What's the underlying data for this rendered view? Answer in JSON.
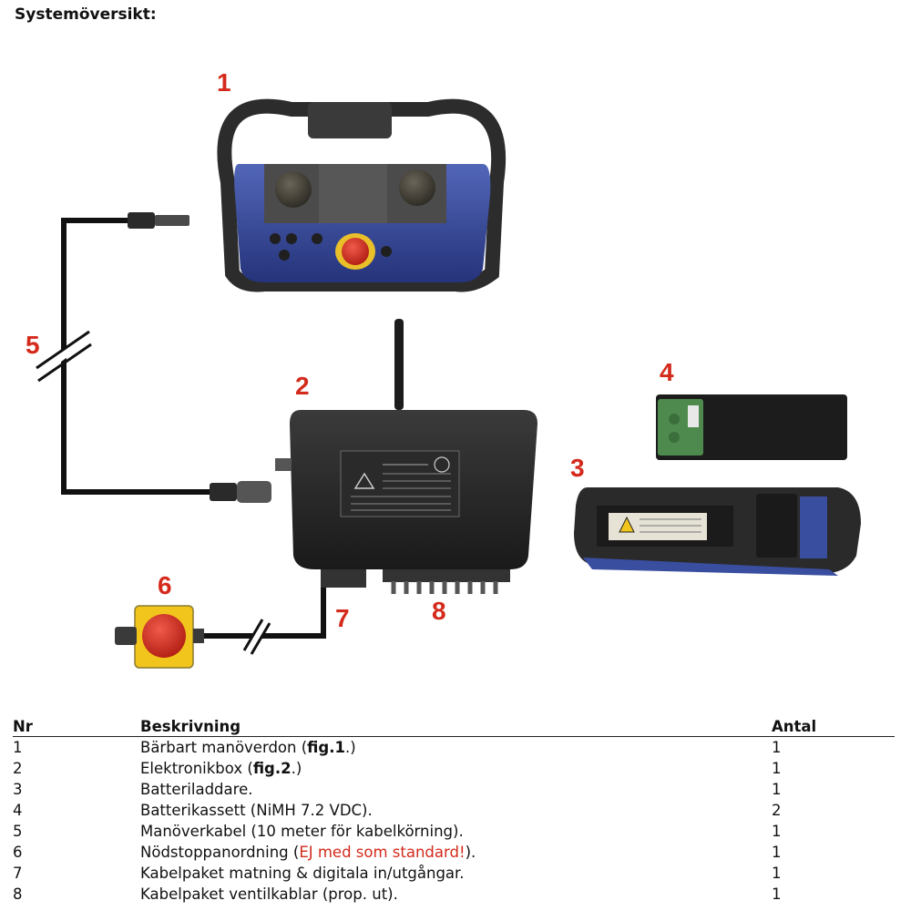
{
  "title": "Systemöversikt:",
  "figure": {
    "labels": [
      "1",
      "2",
      "3",
      "4",
      "5",
      "6",
      "7",
      "8"
    ]
  },
  "table": {
    "headers": {
      "nr": "Nr",
      "desc": "Beskrivning",
      "antal": "Antal"
    },
    "rows": [
      {
        "nr": "1",
        "desc_pre": "Bärbart manöverdon (",
        "desc_bold": "fig.1",
        "desc_post": ".)",
        "antal": "1"
      },
      {
        "nr": "2",
        "desc_pre": "Elektronikbox  (",
        "desc_bold": "fig.2",
        "desc_post": ".)",
        "antal": "1"
      },
      {
        "nr": "3",
        "desc_pre": "Batteriladdare.",
        "antal": "1"
      },
      {
        "nr": "4",
        "desc_pre": "Batterikassett (NiMH 7.2 VDC).",
        "antal": "2"
      },
      {
        "nr": "5",
        "desc_pre": "Manöverkabel (10 meter för kabelkörning).",
        "antal": "1"
      },
      {
        "nr": "6",
        "desc_pre": "Nödstoppanordning (",
        "desc_red": "EJ med som standard!",
        "desc_post": ").",
        "antal": "1"
      },
      {
        "nr": "7",
        "desc_pre": "Kabelpaket matning & digitala in/utgångar.",
        "antal": "1"
      },
      {
        "nr": "8",
        "desc_pre": "Kabelpaket ventilkablar (prop. ut).",
        "antal": "1"
      }
    ]
  },
  "colors": {
    "label_red": "#d42a1c",
    "remote_blue": "#3a4ea0",
    "box_black": "#222222"
  }
}
